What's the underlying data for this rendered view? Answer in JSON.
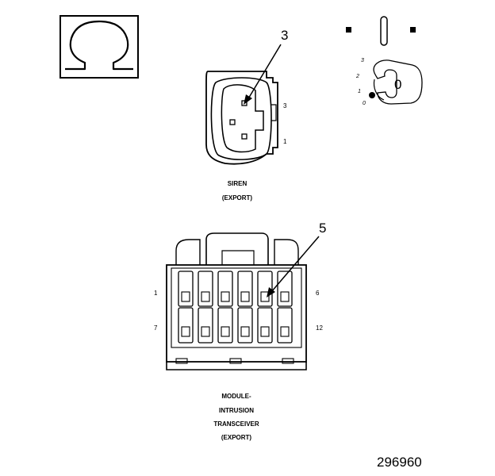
{
  "symbol": {
    "name": "ohm-icon",
    "glyph": "Ω"
  },
  "key_switch": {
    "positions": [
      "3",
      "2",
      "1",
      "0"
    ],
    "current_position": "0"
  },
  "siren_connector": {
    "label_line1": "SIREN",
    "label_line2": "(EXPORT)",
    "pin_labels": [
      "3",
      "1"
    ],
    "callout_pin": "3"
  },
  "module_connector": {
    "label_lines": [
      "MODULE-",
      "INTRUSION",
      "TRANSCEIVER",
      "(EXPORT)"
    ],
    "pin_labels": {
      "top_left": "1",
      "top_right": "6",
      "bottom_left": "7",
      "bottom_right": "12"
    },
    "callout_pin": "5"
  },
  "figure_number": "296960",
  "colors": {
    "ink": "#000000",
    "background": "#ffffff"
  }
}
